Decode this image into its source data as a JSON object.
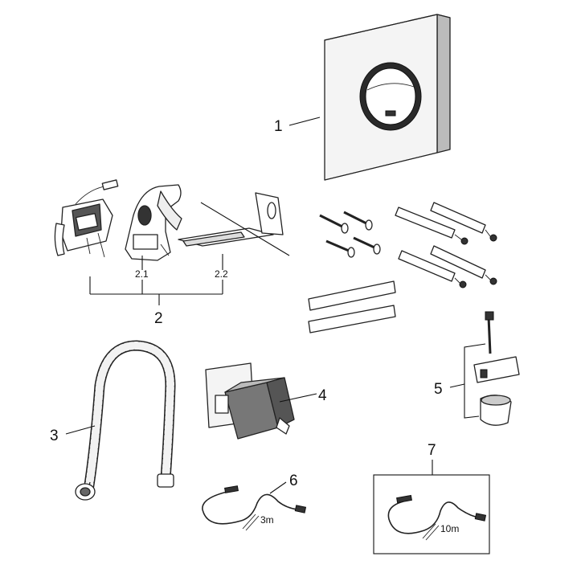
{
  "labels": {
    "p1": "1",
    "p2": "2",
    "p2_1": "2.1",
    "p2_2": "2.2",
    "p3": "3",
    "p4": "4",
    "p5": "5",
    "p6": "6",
    "p7": "7",
    "cable_short": "3m",
    "cable_long": "10m"
  }
}
